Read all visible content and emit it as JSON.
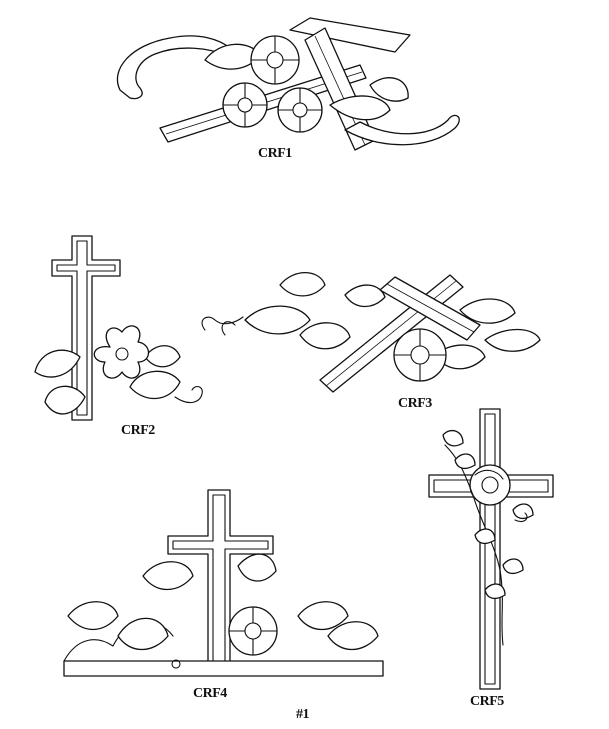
{
  "sheet": {
    "page_label": "#1"
  },
  "designs": [
    {
      "label": "CRF1"
    },
    {
      "label": "CRF2"
    },
    {
      "label": "CRF3"
    },
    {
      "label": "CRF4"
    },
    {
      "label": "CRF5"
    }
  ]
}
